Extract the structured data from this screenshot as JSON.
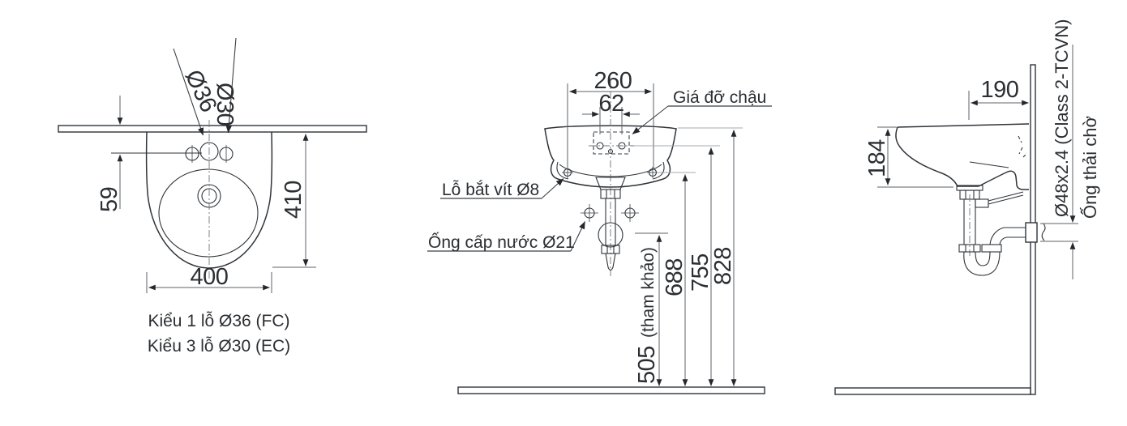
{
  "drawing": {
    "top_view": {
      "label_hole_large": "Ø36",
      "label_hole_small": "Ø30",
      "dim_hole_offset": "59",
      "dim_depth": "410",
      "dim_width": "400",
      "caption_line1": "Kiểu 1 lỗ Ø36 (FC)",
      "caption_line2": "Kiểu 3 lỗ Ø30 (EC)"
    },
    "front_view": {
      "dim_bracket_span": "260",
      "dim_bracket_hole_span": "62",
      "label_bracket": "Giá đỡ chậu",
      "label_screw_hole": "Lỗ bắt vít Ø8",
      "label_water_supply": "Ống cấp nước Ø21",
      "dim_supply_height": "505",
      "dim_supply_height_note": "(tham khảo)",
      "dim_screw_height": "688",
      "dim_bracket_height": "755",
      "dim_rim_height": "828"
    },
    "side_view": {
      "dim_wall_offset": "190",
      "dim_front_height": "184",
      "dim_waste_pipe": "Ø48x2.4 (Class 2-TCVN)",
      "label_waste_stub": "Ống thải chờ"
    },
    "colors": {
      "line": "#2f3439",
      "dim": "#5d6267",
      "extension": "#a6abaf",
      "text": "#2b2f33",
      "background": "#ffffff"
    }
  }
}
